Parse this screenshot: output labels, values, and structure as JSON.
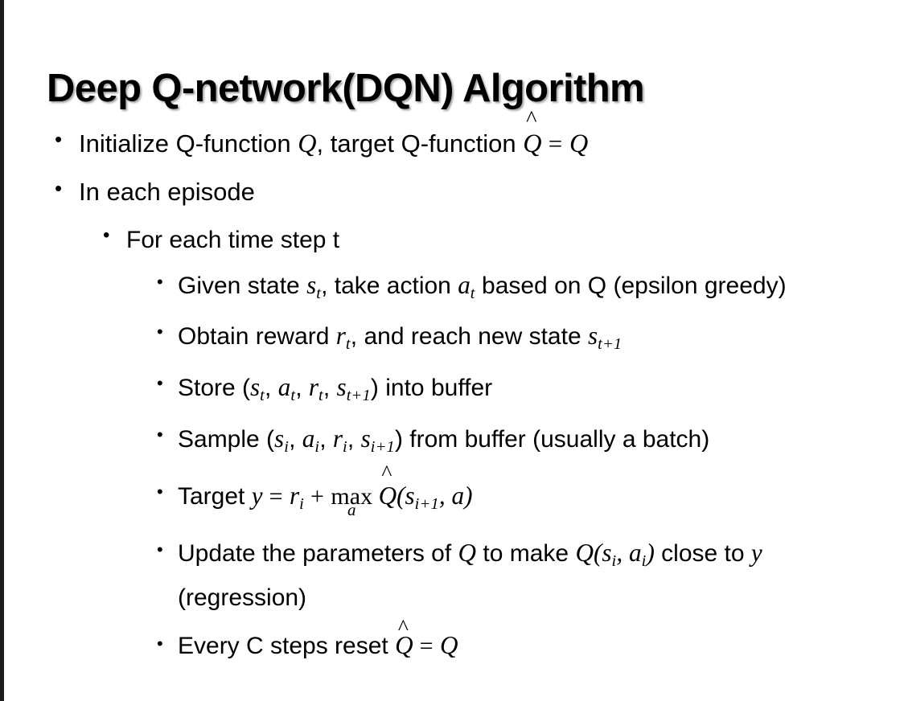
{
  "slide": {
    "title": "Deep Q-network(DQN) Algorithm",
    "background_color": "#ffffff",
    "text_color": "#000000",
    "edge_strip_color": "#1c1c1c"
  },
  "bullets": {
    "marker_glyph": "•",
    "level1": [
      {
        "id": "initialize",
        "text_parts": {
          "a": "Initialize Q-function ",
          "q1": "Q",
          "b": ", target Q-function ",
          "qhat": "Q",
          "hat": "^",
          "eq": " = ",
          "q2": "Q"
        }
      },
      {
        "id": "in-each-episode",
        "text": "In each episode"
      }
    ],
    "level2": [
      {
        "id": "for-each-time-step",
        "text": "For each time step t"
      }
    ],
    "level3": [
      {
        "id": "given-state",
        "parts": {
          "a": "Given state ",
          "s": "s",
          "s_sub": "t",
          "b": ", take action ",
          "act": "a",
          "act_sub": "t",
          "c": " based on Q (epsilon greedy)"
        }
      },
      {
        "id": "obtain-reward",
        "parts": {
          "a": "Obtain reward ",
          "r": "r",
          "r_sub": "t",
          "b": ", and reach new state ",
          "s": "s",
          "s_sub": "t+1"
        }
      },
      {
        "id": "store-transition",
        "parts": {
          "a": "Store (",
          "s": "s",
          "s_sub": "t",
          "c1": ", ",
          "act": "a",
          "act_sub": "t",
          "c2": ", ",
          "r": "r",
          "r_sub": "t",
          "c3": ", ",
          "sn": "s",
          "sn_sub": "t+1",
          "b": ") into buffer"
        }
      },
      {
        "id": "sample-batch",
        "parts": {
          "a": "Sample (",
          "s": "s",
          "s_sub": "i",
          "c1": ", ",
          "act": "a",
          "act_sub": "i",
          "c2": ", ",
          "r": "r",
          "r_sub": "i",
          "c3": ", ",
          "sn": "s",
          "sn_sub": "i+1",
          "b": ") from buffer (usually a batch)"
        }
      },
      {
        "id": "target-y",
        "parts": {
          "a": "Target ",
          "y": "y",
          "eq": " = ",
          "r": "r",
          "r_sub": "i",
          "plus": " + ",
          "max": "max",
          "max_lim": "a",
          "qhat": "Q",
          "hat": "^",
          "open": "(",
          "s": "s",
          "s_sub": "i+1",
          "comma": ", ",
          "act": "a",
          "close": ")"
        }
      },
      {
        "id": "update-parameters",
        "parts": {
          "a": "Update the parameters of ",
          "q1": "Q",
          "b": " to make ",
          "q2": "Q",
          "open": "(",
          "s": "s",
          "s_sub": "i",
          "comma": ", ",
          "act": "a",
          "act_sub": "i",
          "close": ")",
          "c": " close to ",
          "y": "y",
          "d": " (regression)"
        }
      },
      {
        "id": "reset-target",
        "parts": {
          "a": "Every C steps reset ",
          "qhat": "Q",
          "hat": "^",
          "eq": " = ",
          "q2": "Q"
        }
      }
    ]
  }
}
